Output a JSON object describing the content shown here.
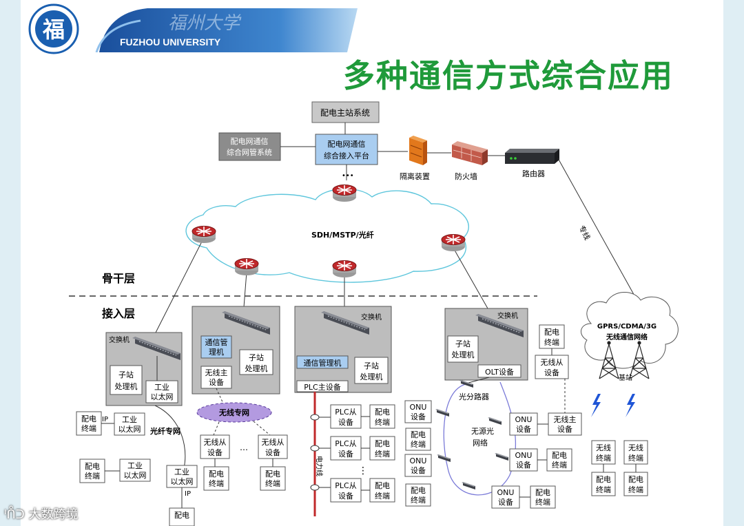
{
  "header": {
    "university": "FUZHOU UNIVERSITY",
    "logo_char": "福",
    "slide_title": "多种通信方式综合应用"
  },
  "diagram": {
    "top": {
      "master_station": "配电主站系统",
      "nms_line1": "配电网通信",
      "nms_line2": "综合网管系统",
      "platform_line1": "配电网通信",
      "platform_line2": "综合接入平台",
      "isolation": "隔离装置",
      "firewall": "防火墙",
      "router": "路由器",
      "dedicated_line": "专线"
    },
    "ring_label": "SDH/MSTP/光纤",
    "layer_backbone": "骨干层",
    "layer_access": "接入层",
    "sites": {
      "a_switch": "交换机",
      "a_proc1": "子站",
      "a_proc2": "处理机",
      "a_eth1": "工业",
      "a_eth2": "以太网",
      "b_mgr1": "通信管",
      "b_mgr2": "理机",
      "b_proc1": "子站",
      "b_proc2": "处理机",
      "b_wmaster1": "无线主",
      "b_wmaster2": "设备",
      "c_switch": "交换机",
      "c_mgr": "通信管理机",
      "c_proc1": "子站",
      "c_proc2": "处理机",
      "c_plc": "PLC主设备",
      "d_switch": "交换机",
      "d_proc1": "子站",
      "d_proc2": "处理机",
      "d_olt": "OLT设备"
    },
    "fiber_net": "光纤专网",
    "wireless_net": "无线专网",
    "power_line": "电力线",
    "splitter": "光分路器",
    "pon_line1": "无源光",
    "pon_line2": "网络",
    "gprs_line1": "GPRS/CDMA/3G",
    "gprs_line2": "无线通信网络",
    "base_station": "基站",
    "dist_terminal1": "配电",
    "dist_terminal2": "终端",
    "ip": "IP",
    "eth1": "工业",
    "eth2": "以太网",
    "wslave1": "无线从",
    "wslave2": "设备",
    "plc_slave1": "PLC从",
    "plc_slave2": "设备",
    "onu1": "ONU",
    "onu2": "设备",
    "wmaster1": "无线主",
    "wmaster2": "设备",
    "wterm1": "无线",
    "wterm2": "终端",
    "ellipsis": "…",
    "vdots": "⋮"
  },
  "watermark": "大数跨境",
  "colors": {
    "title_green": "#1f9a3a",
    "banner_blue": "#1d5fb0",
    "blue_box": "#a9cdf0",
    "gray_box": "#bdbdbd",
    "router_red": "#c0282a",
    "ring_cyan": "#5ec6dc",
    "wireless_purple": "#b39ae0",
    "power_red": "#c0282a"
  }
}
